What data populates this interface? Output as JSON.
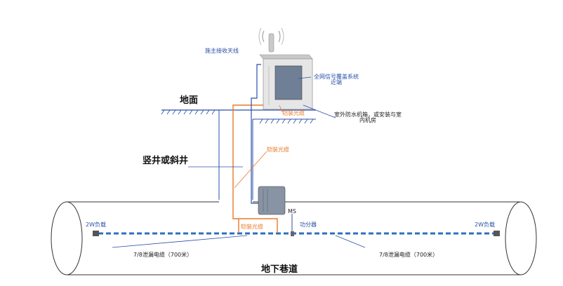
{
  "labels": {
    "donor_antenna": "施主接收天线",
    "remote_unit": "全网信号覆盖系统\n近端",
    "ground": "地面",
    "enclosure": "室外防水机箱，或安装与室\n内机房",
    "optical_cable_top": "铠装光缆",
    "optical_cable_mid": "铠装光缆",
    "shaft": "竖井或斜井",
    "ms": "MS",
    "optical_cable_bottom": "铠装光缆",
    "splitter": "功分器",
    "load_left": "2W负载",
    "load_right": "2W负载",
    "leaky_cable_left": "7/8泄漏电缆（700米）",
    "leaky_cable_right": "7/8泄漏电缆（700米）",
    "tunnel": "地下巷道"
  },
  "colors": {
    "blue": "#2a4fa8",
    "orange": "#e8792a",
    "tunnel_line": "#333333",
    "dashed_cable": "#2f6fbd",
    "cabinet": "#dcdcdc"
  }
}
